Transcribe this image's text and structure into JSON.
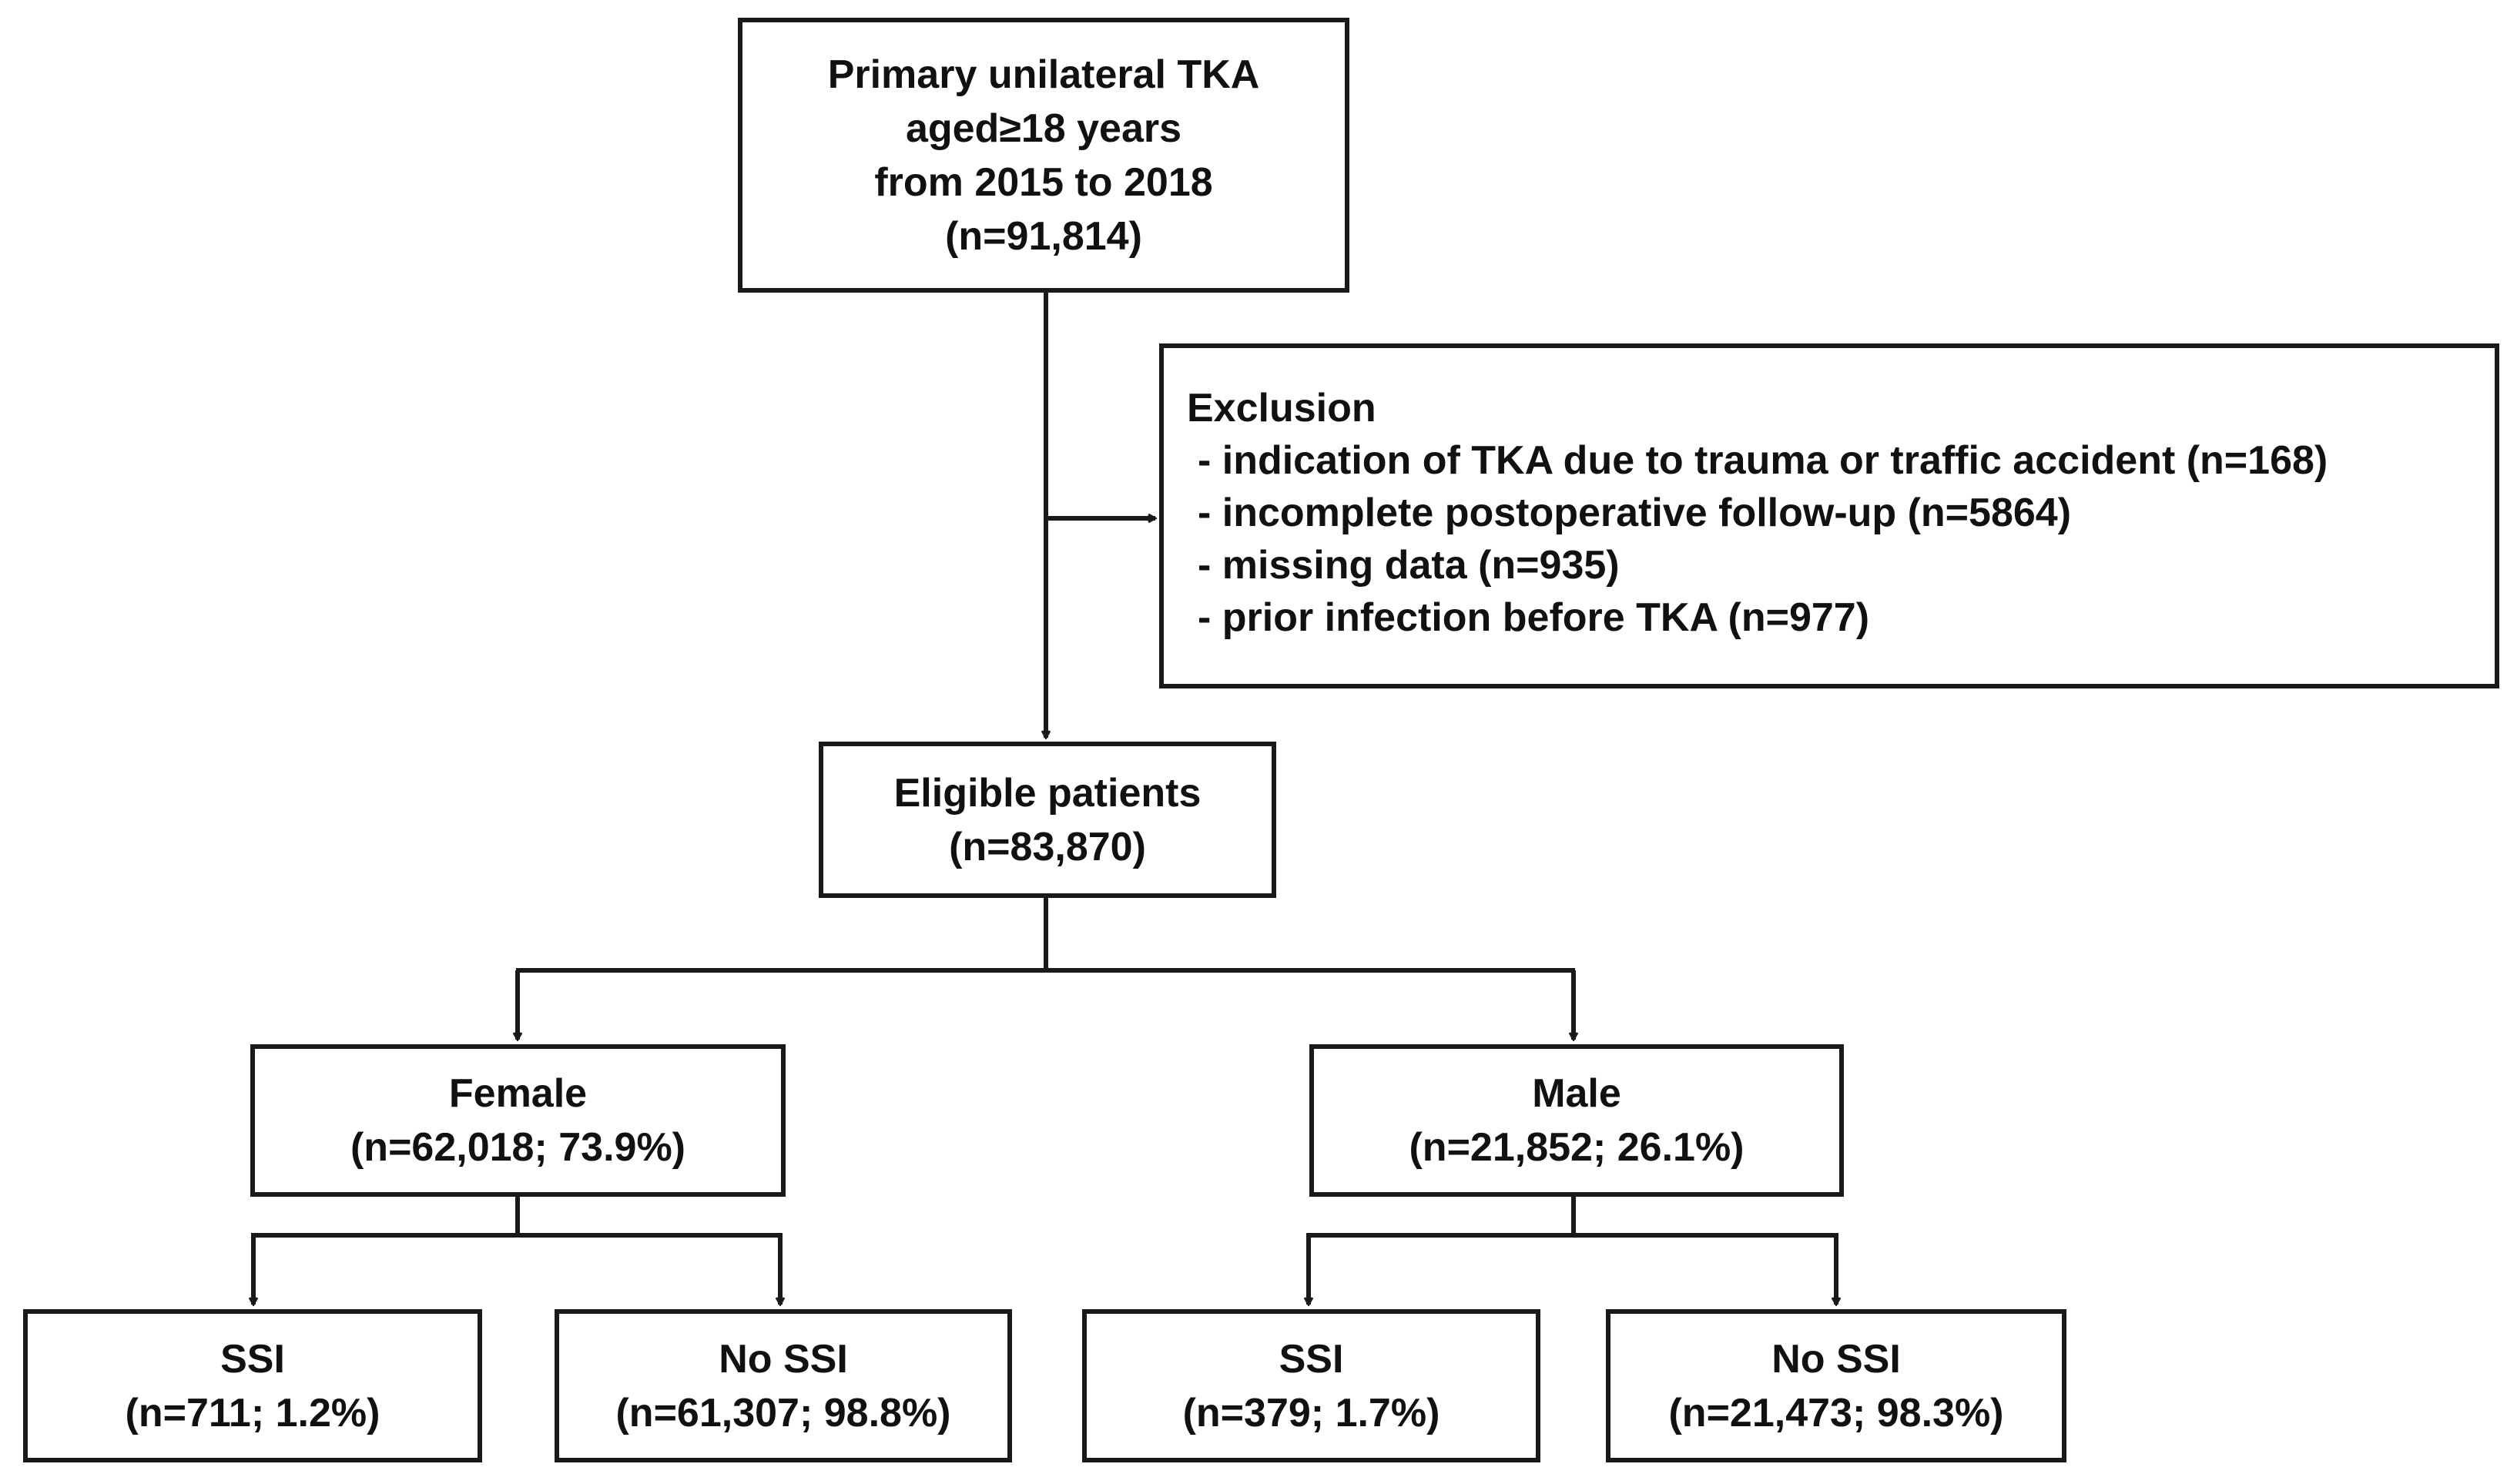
{
  "colors": {
    "line": "#1a1a1a",
    "text": "#111111",
    "background": "#ffffff"
  },
  "flowchart": {
    "primary": {
      "line1": "Primary unilateral TKA",
      "line2": "aged≥18 years",
      "line3": "from 2015 to 2018",
      "line4": "(n=91,814)"
    },
    "exclusion": {
      "title": "Exclusion",
      "items": [
        "- indication of TKA due to trauma or traffic accident (n=168)",
        "- incomplete postoperative follow-up (n=5864)",
        "- missing data (n=935)",
        "- prior infection before TKA (n=977)"
      ]
    },
    "eligible": {
      "label": "Eligible patients",
      "count": "(n=83,870)"
    },
    "female": {
      "label": "Female",
      "count": "(n=62,018; 73.9%)",
      "ssi": {
        "label": "SSI",
        "count": "(n=711; 1.2%)"
      },
      "no_ssi": {
        "label": "No SSI",
        "count": "(n=61,307; 98.8%)"
      }
    },
    "male": {
      "label": "Male",
      "count": "(n=21,852; 26.1%)",
      "ssi": {
        "label": "SSI",
        "count": "(n=379; 1.7%)"
      },
      "no_ssi": {
        "label": "No SSI",
        "count": "(n=21,473; 98.3%)"
      }
    }
  }
}
